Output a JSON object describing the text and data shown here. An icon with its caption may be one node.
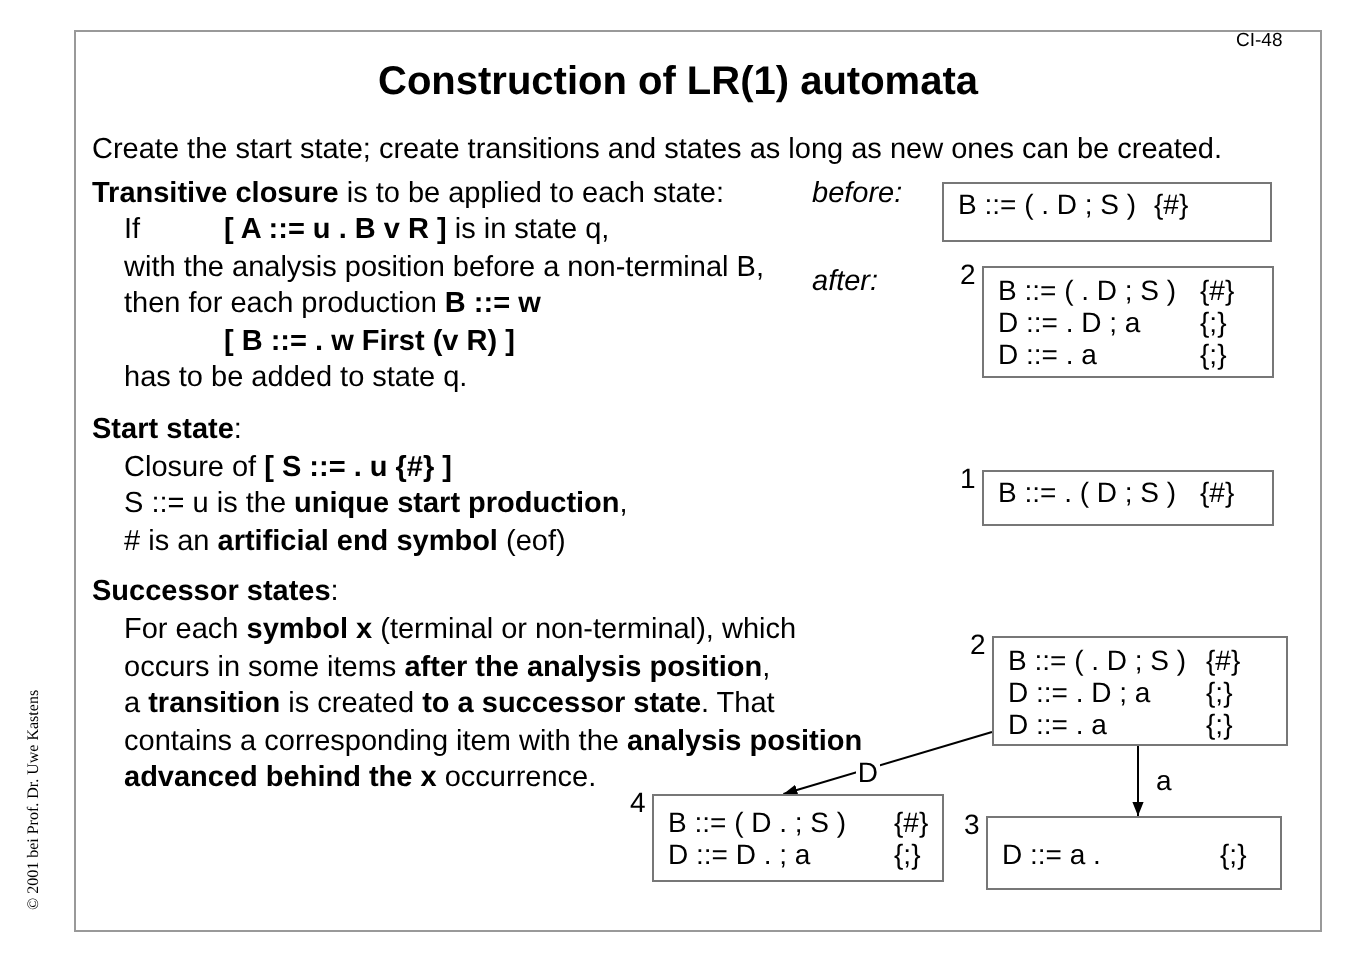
{
  "diagram": {
    "title": "Construction of LR(1) automata",
    "nodes": [
      {
        "text": [
          "B ::= ( . D ; S )",
          "{#}"
        ]
      },
      {
        "text": [
          "B ::= ( . D ; S )",
          "{#}",
          "D ::= . D ; a",
          "{;}",
          "D ::= . a",
          "{;}"
        ],
        "beside": [
          "2"
        ]
      },
      {
        "text": [
          "B ::= . ( D ; S )",
          "{#}"
        ],
        "beside": [
          "1"
        ]
      },
      {
        "text": [
          "B ::= ( . D ; S )",
          "{#}",
          "D ::= . D ; a",
          "{;}",
          "D ::= . a",
          "{;}"
        ],
        "beside": [
          "2"
        ]
      },
      {
        "text": [
          "B ::= ( D . ; S )",
          "{#}",
          "D ::= D . ; a",
          "{;}"
        ],
        "beside": [
          "4"
        ]
      },
      {
        "text": [
          "D ::= a .",
          "{;}"
        ],
        "beside": [
          "3"
        ]
      }
    ],
    "edges": [
      {
        "from": 3,
        "to": 4,
        "arrow": "to",
        "label": "D"
      },
      {
        "from": 3,
        "to": 5,
        "arrow": "to",
        "label": "a"
      }
    ],
    "labels": [
      "CI-48",
      "Create the start state; create transitions and states as long as new ones can be created.",
      "**Transitive closure** is to be applied to each state:",
      "before:",
      "If",
      "**[ A ::= u . B v R ]** is in state q,",
      "with the analysis position before a non-terminal B,",
      "after:",
      "then for each production **B ::= w**",
      "**[ B ::= . w First (v R) ]**",
      "has to be added to state q.",
      "**Start state**:",
      "Closure of **[ S ::= . u {#} ]**",
      "S ::= u is the **unique start production**,",
      "# is an **artificial end symbol** (eof)",
      "**Successor states**:",
      "For each **symbol x** (terminal or non-terminal), which",
      "occurs in some items **after the analysis position**,",
      "a **transition** is created **to a successor state**. That",
      "contains a corresponding item with the **analysis position**",
      "**advanced behind the x** occurrence.",
      "© 2001 bei Prof. Dr. Uwe Kastens"
    ]
  }
}
